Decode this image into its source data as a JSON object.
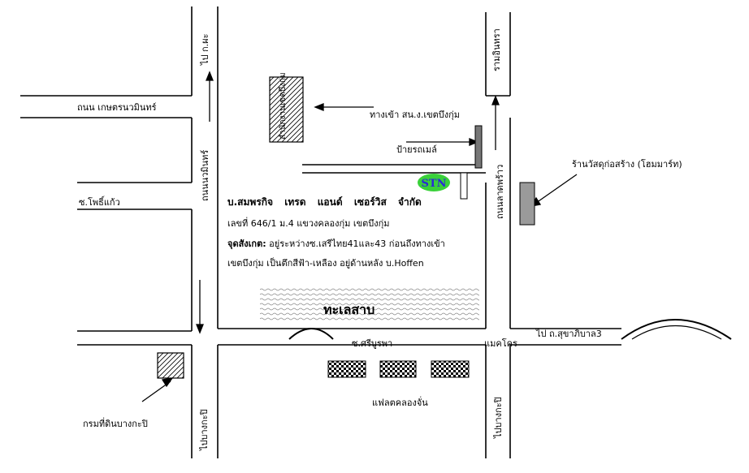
{
  "labels": {
    "road_kaset": "ถนน เกษตรนวมินทร์",
    "road_nawamin": "ถนนนวมินทร์",
    "soi_phoengam": "ซ.โพธิ์แก้ว",
    "to_kamol": "ไป ก.ผะ",
    "to_bangkapi_left": "ไปบางกะปิ",
    "to_bangkapi_right": "ไปบางกะปิ",
    "to_ramintra": "รามอินทรา",
    "soi_seri": "ซ.ศรีบูรพา",
    "makro": "แมคโคร",
    "to_sukhapiban": "ไป ถ.สุขาภิบาล3",
    "bueng_kum_office": "สำนักงานเขตบึงกุ่ม",
    "entrance_office": "ทางเข้า สน.ง.เขตบึงกุ่ม",
    "petrol": "ป้ายรถเมล์",
    "homemart": "ร้านวัสดุก่อสร้าง (โฮมมาร์ท)",
    "bueng_kum_road": "ถนนลาดพร้าว",
    "khlong_canal": "แฟลตคลองจั่น",
    "police": "กรมที่ดินบางกะปิ",
    "lake": "ทะเลสาบ",
    "logo_text": "STN"
  },
  "company": {
    "prefix": "บ.สมพรกิจ",
    "w1": "เทรด",
    "w2": "แอนด์",
    "w3": "เซอร์วิส",
    "w4": "จำกัด"
  },
  "address": {
    "line1": "เลขที่   646/1 ม.4 แขวงคลองกุ่ม   เขตบึงกุ่ม",
    "line2_label": "จุดสังเกต:",
    "line2": " อยู่ระหว่างซ.เสรีไทย41และ43 ก่อนถึงทางเข้า",
    "line3": "เขตบึงกุ่ม   เป็นตึกสีฟ้า-เหลือง   อยู่ด้านหลัง   บ.Hoffen"
  },
  "colors": {
    "logo_fill": "#3ad13a",
    "logo_text": "#2a2ad8",
    "building_grey": "#9a9a9a"
  }
}
